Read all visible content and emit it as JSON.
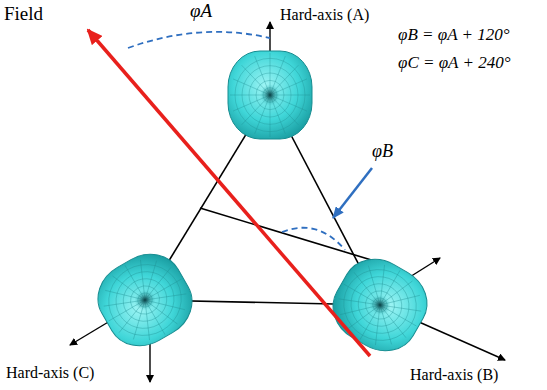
{
  "diagram": {
    "labels": [
      "Field",
      "φA",
      "Hard-axis (A)",
      "φB = φA + 120°",
      "φC = φA + 240°",
      "φB",
      "Hard-axis (C)",
      "Hard-axis (B)"
    ]
  }
}
